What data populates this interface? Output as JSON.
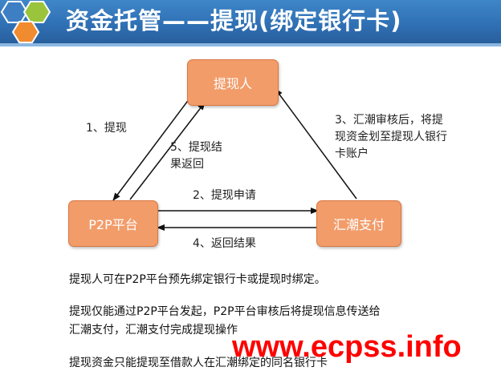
{
  "title": "资金托管——提现(绑定银行卡)",
  "colors": {
    "header": "#2f6fb3",
    "node_fill": "#f29c6a",
    "watermark": "#ff0000",
    "hex_blue": "#3e7fc4",
    "hex_green": "#9ac43c",
    "hex_orange": "#f08c2f"
  },
  "nodes": {
    "withdrawer": "提现人",
    "p2p": "P2P平台",
    "huichao": "汇潮支付"
  },
  "arrows": {
    "step1": "1、提现",
    "step5_line1": "5、提现结",
    "step5_line2": "果返回",
    "step2": "2、提现申请",
    "step4": "4、返回结果",
    "step3_line1": "3、汇潮审核后，将提",
    "step3_line2": "现资金划至提现人银行",
    "step3_line3": "卡账户"
  },
  "notes": {
    "p1": "提现人可在P2P平台预先绑定银行卡或提现时绑定。",
    "p2_line1": "提现仅能通过P2P平台发起，P2P平台审核后将提现信息传送给",
    "p2_line2": "汇潮支付，汇潮支付完成提现操作",
    "p3": "提现资金只能提现至借款人在汇潮绑定的同名银行卡"
  },
  "watermark": "www.ecpss.info"
}
